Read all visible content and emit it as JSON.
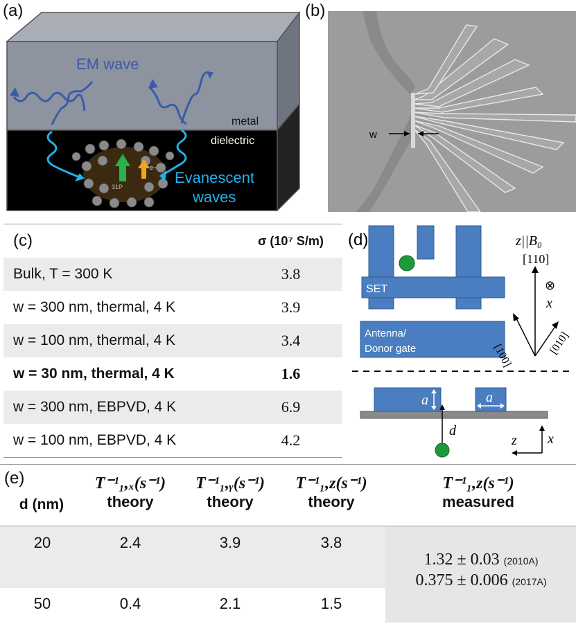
{
  "panels": {
    "a": {
      "label": "(a)",
      "em_wave": "EM wave",
      "metal": "metal",
      "dielectric": "dielectric",
      "evanescent_line1": "Evanescent",
      "evanescent_line2": "waves",
      "p_label": "31P",
      "e_label": "e−",
      "colors": {
        "metal": "#8d94a0",
        "dielectric": "#000000",
        "em_wave": "#3a5ba8",
        "evanescent": "#23b0e8",
        "nuclear_spin": "#27b24a",
        "electron_spin": "#f2a71b"
      }
    },
    "b": {
      "label": "(b)",
      "w_label": "w"
    },
    "c": {
      "label": "(c)",
      "column_header": "σ (10⁷ S/m)",
      "rows": [
        {
          "desc": "Bulk, T = 300 K",
          "sigma": "3.8"
        },
        {
          "desc": "w = 300 nm, thermal, 4 K",
          "sigma": "3.9"
        },
        {
          "desc": "w = 100 nm, thermal, 4 K",
          "sigma": "3.4"
        },
        {
          "desc": "w = 30 nm, thermal, 4 K",
          "sigma": "1.6"
        },
        {
          "desc": "w = 300 nm, EBPVD, 4 K",
          "sigma": "6.9"
        },
        {
          "desc": "w = 100 nm, EBPVD, 4 K",
          "sigma": "4.2"
        }
      ]
    },
    "d": {
      "label": "(d)",
      "a_label": "a",
      "set_label": "SET",
      "antenna_line1": "Antenna/",
      "antenna_line2": "Donor gate",
      "z_axis": "z||B₀",
      "dir_110": "[110]",
      "dir_100": "[100]",
      "dir_010": "[010]",
      "x_label": "x",
      "z_label": "z",
      "d_label": "d",
      "into_page": "⊗",
      "colors": {
        "electrode": "#4a7ec0",
        "substrate": "#8a8a8a",
        "donor": "#1f9a3b"
      }
    },
    "e": {
      "label": "(e)",
      "col_d": "d (nm)",
      "col_x_math": "T⁻¹₁,ₓ(s⁻¹)",
      "col_y_math": "T⁻¹₁,ᵧ(s⁻¹)",
      "col_z_math": "T⁻¹₁,z(s⁻¹)",
      "col_meas_math": "T⁻¹₁,z(s⁻¹)",
      "theory": "theory",
      "measured": "measured",
      "rows": [
        {
          "d": "20",
          "tx": "2.4",
          "ty": "3.9",
          "tz": "3.8"
        },
        {
          "d": "50",
          "tx": "0.4",
          "ty": "2.1",
          "tz": "1.5"
        }
      ],
      "meas1": "1.32 ± 0.03",
      "meas1_ref": "(2010A)",
      "meas2": "0.375 ± 0.006",
      "meas2_ref": "(2017A)"
    }
  }
}
